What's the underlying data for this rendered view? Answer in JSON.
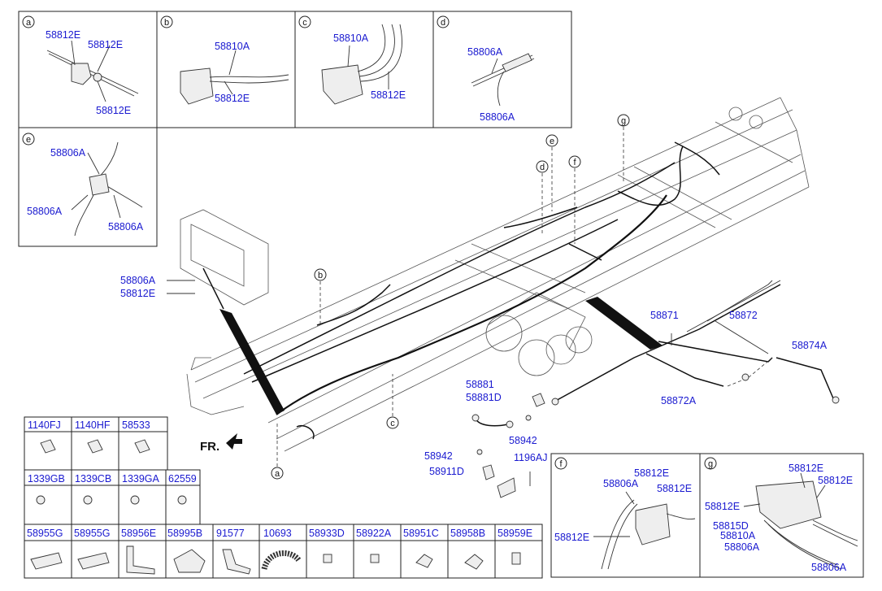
{
  "callouts": {
    "a": "a",
    "b": "b",
    "c": "c",
    "d": "d",
    "e": "e",
    "f": "f",
    "g": "g"
  },
  "inset_a": {
    "labels": [
      "58812E",
      "58812E",
      "58812E"
    ]
  },
  "inset_b": {
    "labels": [
      "58810A",
      "58812E"
    ]
  },
  "inset_c": {
    "labels": [
      "58810A",
      "58812E"
    ]
  },
  "inset_d": {
    "labels": [
      "58806A",
      "58806A"
    ]
  },
  "inset_e": {
    "labels": [
      "58806A",
      "58806A",
      "58806A"
    ]
  },
  "inset_f": {
    "labels": [
      "58812E",
      "58806A",
      "58812E",
      "58812E"
    ]
  },
  "inset_g": {
    "labels": [
      "58812E",
      "58812E",
      "58812E",
      "58815D",
      "58810A",
      "58806A",
      "58806A"
    ]
  },
  "main": {
    "brake_labels": [
      "58806A",
      "58812E"
    ],
    "front_marker": "FR.",
    "pipe_labels": {
      "p58871": "58871",
      "p58872": "58872",
      "p58874A": "58874A",
      "p58872A": "58872A",
      "p58881": "58881",
      "p58881D": "58881D",
      "p58942a": "58942",
      "p58942b": "58942",
      "p58911D": "58911D",
      "p1196AJ": "1196AJ"
    }
  },
  "parts_table": {
    "row1": [
      "1140FJ",
      "1140HF",
      "58533"
    ],
    "row2": [
      "1339GB",
      "1339CB",
      "1339GA",
      "62559"
    ],
    "row3": [
      "58955G",
      "58955G",
      "58956E",
      "58995B",
      "91577",
      "10693",
      "58933D",
      "58922A",
      "58951C",
      "58958B",
      "58959E"
    ]
  }
}
